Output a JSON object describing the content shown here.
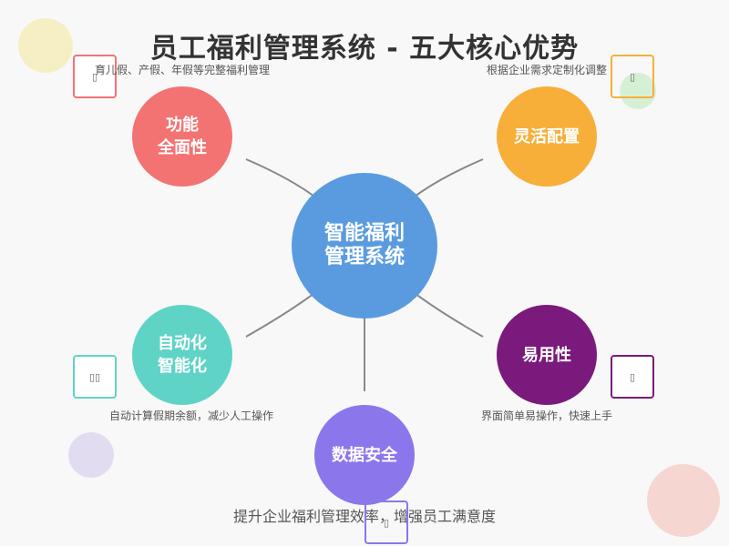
{
  "title": "员工福利管理系统 - 五大核心优势",
  "center": {
    "line1": "智能福利",
    "line2": "管理系统",
    "color": "#5a9be0"
  },
  "features": [
    {
      "id": "features",
      "line1": "功能",
      "line2": "全面性",
      "color": "#f37373",
      "description": "育儿假、产假、年假等完整福利管理",
      "icon": "generic-icon",
      "icon_glyph": "▯"
    },
    {
      "id": "config",
      "line1": "灵活配置",
      "line2": "",
      "color": "#f7af3a",
      "description": "根据企业需求定制化调整",
      "icon": "generic-icon",
      "icon_glyph": "▯"
    },
    {
      "id": "auto",
      "line1": "自动化",
      "line2": "智能化",
      "color": "#5fd3c6",
      "description": "自动计算假期余额，减少人工操作",
      "icon": "generic-icon",
      "icon_glyph": "▯▯"
    },
    {
      "id": "ease",
      "line1": "易用性",
      "line2": "",
      "color": "#7a1a7c",
      "description": "界面简单易操作，快速上手",
      "icon": "generic-icon",
      "icon_glyph": "▯"
    },
    {
      "id": "security",
      "line1": "数据安全",
      "line2": "",
      "color": "#8c76ec",
      "description": "",
      "icon": "generic-icon",
      "icon_glyph": "▯"
    }
  ],
  "footer": "提升企业福利管理效率，增强员工满意度",
  "colors": {
    "background": "#f8f8f8",
    "link": "#888888",
    "title": "#333333"
  }
}
